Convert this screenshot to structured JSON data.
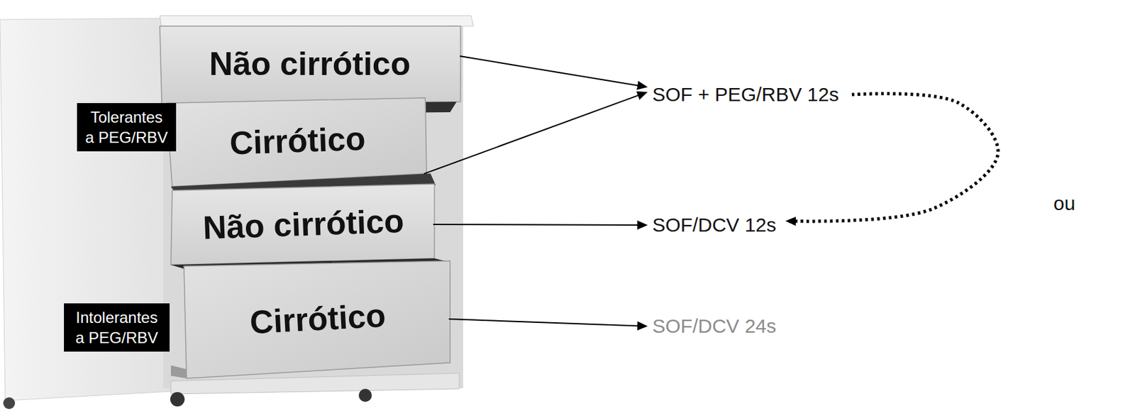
{
  "diagram": {
    "nodes": [
      {
        "text": [
          "Não cirrótico"
        ]
      },
      {
        "text": [
          "Tolerantes a PEG/RBV"
        ]
      },
      {
        "text": [
          "Cirrótico"
        ]
      },
      {
        "text": [
          "Não cirrótico"
        ]
      },
      {
        "text": [
          "Intolerantes a PEG/RBV"
        ]
      },
      {
        "text": [
          "Cirrótico"
        ]
      },
      {
        "text": [
          "SOF + PEG/RBV 12s"
        ]
      },
      {
        "text": [
          "SOF/DCV 12s"
        ]
      },
      {
        "text": [
          "SOF/DCV 24s"
        ]
      }
    ],
    "edges": [
      {
        "from": 0,
        "to": 6,
        "arrow": "to"
      },
      {
        "from": 2,
        "to": 6,
        "arrow": "to"
      },
      {
        "from": 3,
        "to": 7,
        "arrow": "to"
      },
      {
        "from": 5,
        "to": 8,
        "arrow": "to"
      },
      {
        "from": 6,
        "to": 7,
        "label": "ou",
        "arrow": "to"
      }
    ]
  }
}
